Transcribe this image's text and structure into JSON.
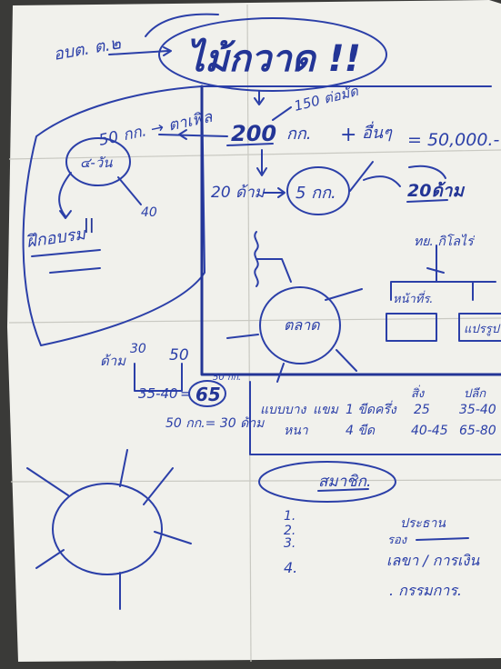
{
  "title": "ไม้กวาด !!",
  "note_top_left": "อบต. ต.๒",
  "price_150": "150 ต่อมัด",
  "kg_50_price": "50 กก. → ตาเฟิล",
  "days_label": "๔-วัน",
  "label_40": "40",
  "training_label": "ฝึกอบรม",
  "qty_200": "200",
  "unit_kg": "กก.",
  "plus_sign": "+",
  "other_label": "อื่นๆ",
  "money_total": "= 50,000.-",
  "count_20_bunches": "20 ด้าม",
  "kg_5": "5 กก.",
  "count_20_right": "20ด้าม",
  "labor_label": "ทย. กิโลไร่",
  "center_label": "ตลาด",
  "box_label_1": "หน้าที่ร.",
  "box_label_2": "แปรรูป",
  "handle_label": "ด้าม",
  "label_30": "30",
  "label_50": "50",
  "range_35_40": "35-40",
  "value_65": "65",
  "small_kg_note": "50 กก.",
  "kg_to_bunch": "50 กก.= 30 ด้าม",
  "table": {
    "headers": [
      "สิ่ง",
      "ปลีก"
    ],
    "rows": [
      [
        "แบบบาง",
        "แขม",
        "1 ขีดครึ่ง",
        "25",
        "35-40"
      ],
      [
        "หนา",
        "",
        "4 ขีด",
        "40-45",
        "65-80"
      ]
    ]
  },
  "members_title": "สมาชิก.",
  "members_items": [
    "1.",
    "2.",
    "3.",
    "4."
  ],
  "roles": [
    "ประธาน",
    "รอง",
    "เลขา / การเงิน",
    ". กรรมการ."
  ],
  "colors": {
    "ink": "#2b3fa8",
    "paper": "#f1f1ec"
  }
}
